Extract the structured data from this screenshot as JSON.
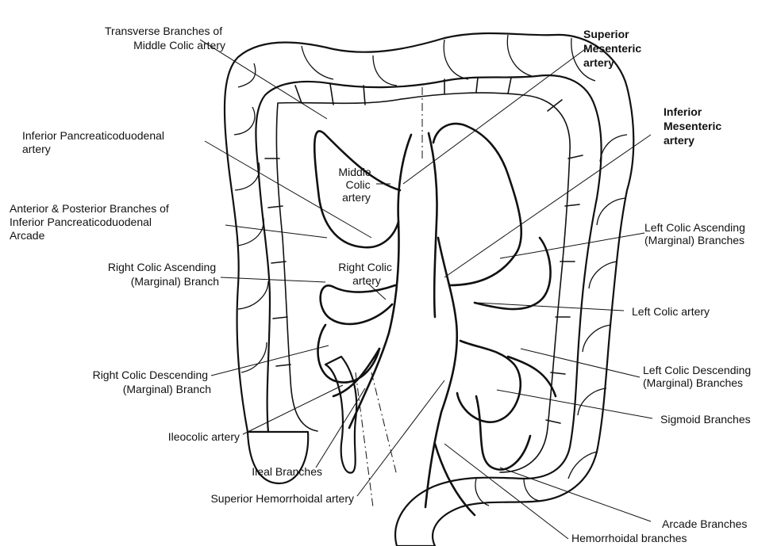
{
  "labels": {
    "transverse_branches": [
      "Transverse Branches of",
      "Middle Colic artery"
    ],
    "superior_mesenteric": [
      "Superior",
      "Mesenteric",
      "artery"
    ],
    "inferior_mesenteric": [
      "Inferior",
      "Mesenteric",
      "artery"
    ],
    "inferior_pancreaticoduodenal": [
      "Inferior Pancreaticoduodenal",
      "artery"
    ],
    "middle_colic": [
      "Middle",
      "Colic",
      "artery"
    ],
    "anterior_posterior": [
      "Anterior & Posterior Branches of",
      "Inferior Pancreaticoduodenal",
      "Arcade"
    ],
    "left_colic_ascending": [
      "Left Colic Ascending",
      "(Marginal) Branches"
    ],
    "right_colic_ascending": [
      "Right Colic Ascending",
      "(Marginal) Branch"
    ],
    "right_colic": [
      "Right Colic",
      "artery"
    ],
    "left_colic": [
      "Left Colic artery"
    ],
    "right_colic_descending": [
      "Right Colic Descending",
      "(Marginal) Branch"
    ],
    "left_colic_descending": [
      "Left Colic Descending",
      "(Marginal) Branches"
    ],
    "sigmoid": [
      "Sigmoid  Branches"
    ],
    "ileocolic": [
      "Ileocolic artery"
    ],
    "ileal": [
      "Ileal Branches"
    ],
    "superior_hemorrhoidal": [
      "Superior Hemorrhoidal artery"
    ],
    "arcade": [
      "Arcade Branches"
    ],
    "hemorrhoidal": [
      "Hemorrhoidal branches"
    ]
  }
}
